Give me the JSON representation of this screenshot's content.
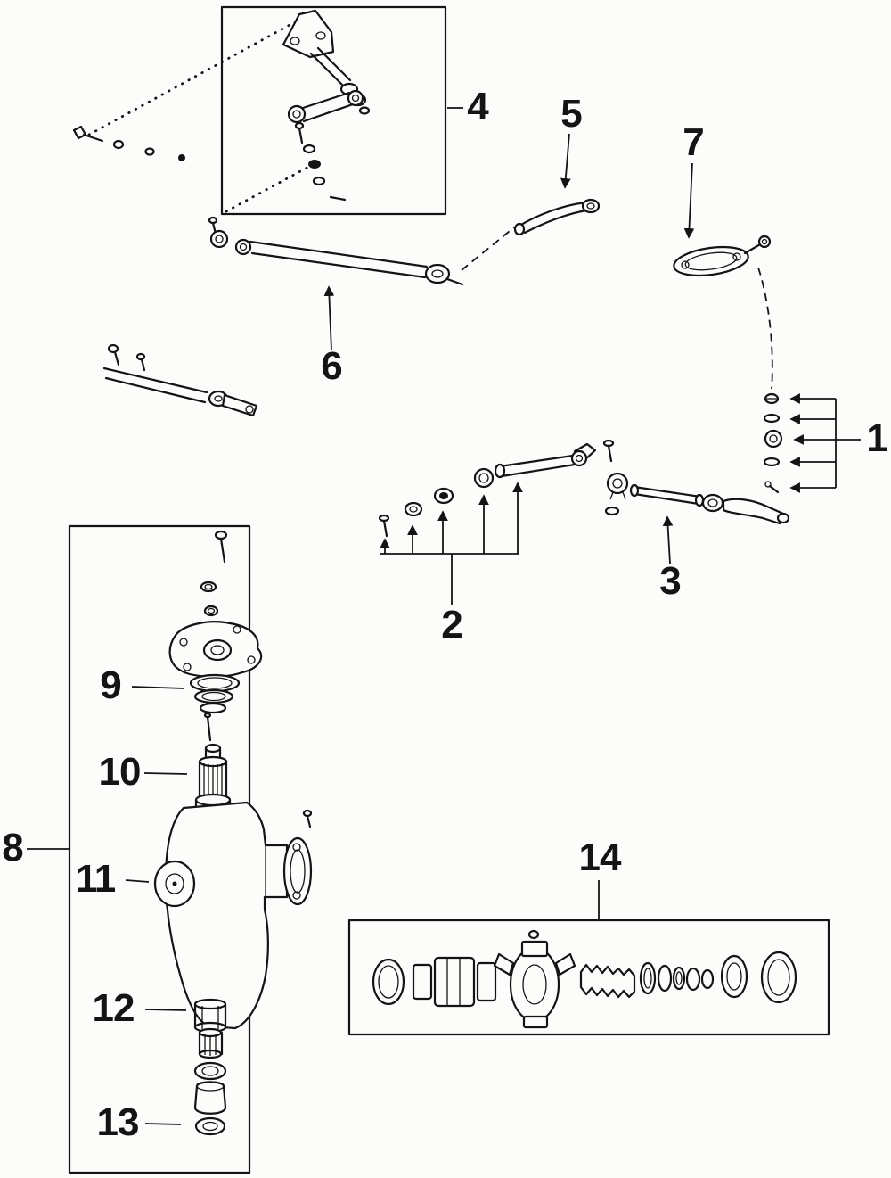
{
  "page": {
    "background_color": "#fcfcfb",
    "ink_color": "#141414"
  },
  "diagram": {
    "kind": "exploded-parts-line-drawing",
    "callouts": [
      {
        "label": "1"
      },
      {
        "label": "2"
      },
      {
        "label": "3"
      },
      {
        "label": "4"
      },
      {
        "label": "5"
      },
      {
        "label": "6"
      },
      {
        "label": "7"
      },
      {
        "label": "8"
      },
      {
        "label": "9"
      },
      {
        "label": "10"
      },
      {
        "label": "11"
      },
      {
        "label": "12"
      },
      {
        "label": "13"
      },
      {
        "label": "14"
      }
    ]
  }
}
